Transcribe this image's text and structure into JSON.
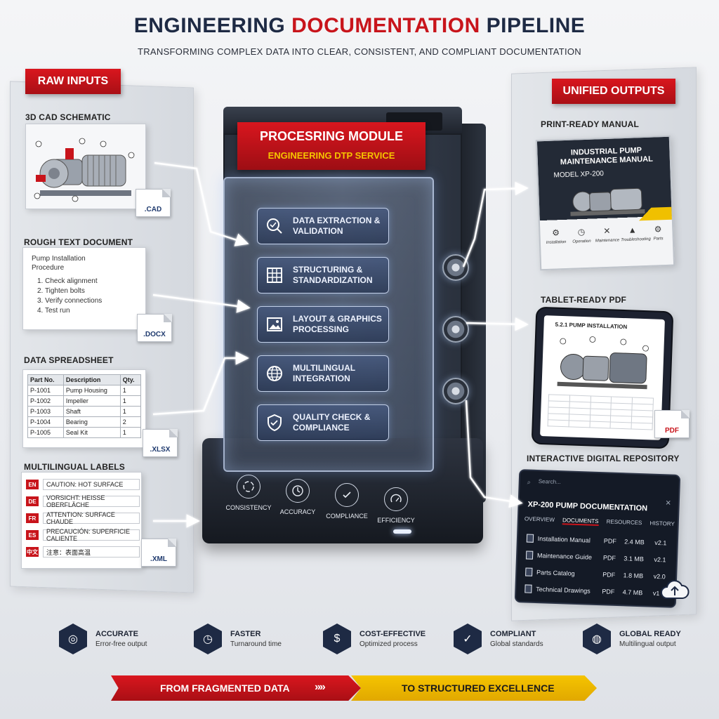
{
  "header": {
    "title_part1": "ENGINEERING ",
    "title_part2": "DOCUMENTATION",
    "title_part3": " PIPELINE",
    "subtitle": "TRANSFORMING COMPLEX DATA INTO CLEAR, CONSISTENT, AND COMPLIANT DOCUMENTATION"
  },
  "colors": {
    "brand_red": "#c8141b",
    "navy": "#1e2a44",
    "accent_yellow": "#f5c400"
  },
  "inputs": {
    "heading": "RAW INPUTS",
    "cad": {
      "label": "3D CAD SCHEMATIC",
      "ext": ".CAD"
    },
    "text_doc": {
      "label": "ROUGH TEXT DOCUMENT",
      "ext": ".DOCX",
      "title_line1": "Pump Installation",
      "title_line2": "Procedure",
      "steps": [
        "1.  Check alignment",
        "2.  Tighten bolts",
        "3.  Verify connections",
        "4.  Test run"
      ]
    },
    "spreadsheet": {
      "label": "DATA SPREADSHEET",
      "ext": ".XLSX",
      "headers": [
        "Part No.",
        "Description",
        "Qty."
      ],
      "rows": [
        [
          "P-1001",
          "Pump Housing",
          "1"
        ],
        [
          "P-1002",
          "Impeller",
          "1"
        ],
        [
          "P-1003",
          "Shaft",
          "1"
        ],
        [
          "P-1004",
          "Bearing",
          "2"
        ],
        [
          "P-1005",
          "Seal Kit",
          "1"
        ]
      ]
    },
    "multilingual": {
      "label": "MULTILINGUAL LABELS",
      "ext": ".XML",
      "rows": [
        {
          "lang": "EN",
          "text": "CAUTION: HOT SURFACE"
        },
        {
          "lang": "DE",
          "text": "VORSICHT: HEISSE OBERFLÄCHE"
        },
        {
          "lang": "FR",
          "text": "ATTENTION: SURFACE CHAUDE"
        },
        {
          "lang": "ES",
          "text": "PRECAUCIÓN: SUPERFICIE CALIENTE"
        },
        {
          "lang": "中文",
          "text": "注意：表面高温"
        }
      ]
    }
  },
  "module": {
    "title": "PROCESRING MODULE",
    "subtitle": "ENGINEERING DTP SERVICE",
    "steps": [
      {
        "label": "DATA EXTRACTION & VALIDATION",
        "icon": "magnify-check-icon"
      },
      {
        "label": "STRUCTURING & STANDARDIZATION",
        "icon": "grid-icon"
      },
      {
        "label": "LAYOUT & GRAPHICS PROCESSING",
        "icon": "image-icon"
      },
      {
        "label": "MULTILINGUAL INTEGRATION",
        "icon": "globe-icon"
      },
      {
        "label": "QUALITY CHECK & COMPLIANCE",
        "icon": "shield-check-icon"
      }
    ],
    "base_items": [
      "CONSISTENCY",
      "ACCURACY",
      "COMPLIANCE",
      "EFFICIENCY"
    ]
  },
  "outputs": {
    "heading": "UNIFIED OUTPUTS",
    "manual": {
      "label": "PRINT-READY MANUAL",
      "title": "INDUSTRIAL PUMP MAINTENANCE MANUAL",
      "model": "MODEL XP-200",
      "sections": [
        "Installation",
        "Operation",
        "Maintenance",
        "Troubleshooting",
        "Parts"
      ]
    },
    "tablet": {
      "label": "TABLET-READY PDF",
      "screen_heading": "5.2.1  PUMP INSTALLATION",
      "ext": "PDF"
    },
    "repository": {
      "label": "INTERACTIVE DIGITAL REPOSITORY",
      "search_placeholder": "Search...",
      "title": "XP-200 PUMP DOCUMENTATION",
      "tabs": [
        "OVERVIEW",
        "DOCUMENTS",
        "RESOURCES",
        "HISTORY"
      ],
      "active_tab": "DOCUMENTS",
      "docs": [
        {
          "name": "Installation Manual",
          "type": "PDF",
          "size": "2.4 MB",
          "version": "v2.1"
        },
        {
          "name": "Maintenance Guide",
          "type": "PDF",
          "size": "3.1 MB",
          "version": "v2.1"
        },
        {
          "name": "Parts Catalog",
          "type": "PDF",
          "size": "1.8 MB",
          "version": "v2.0"
        },
        {
          "name": "Technical Drawings",
          "type": "PDF",
          "size": "4.7 MB",
          "version": "v1"
        }
      ]
    }
  },
  "benefits": [
    {
      "title": "ACCURATE",
      "sub": "Error-free output",
      "icon": "target-icon"
    },
    {
      "title": "FASTER",
      "sub": "Turnaround time",
      "icon": "clock-icon"
    },
    {
      "title": "COST-EFFECTIVE",
      "sub": "Optimized process",
      "icon": "dollar-icon"
    },
    {
      "title": "COMPLIANT",
      "sub": "Global standards",
      "icon": "shield-check-icon"
    },
    {
      "title": "GLOBAL READY",
      "sub": "Multilingual output",
      "icon": "globe-icon"
    }
  ],
  "footer": {
    "from": "FROM FRAGMENTED DATA",
    "chevrons": "»»",
    "to": "TO STRUCTURED EXCELLENCE"
  }
}
